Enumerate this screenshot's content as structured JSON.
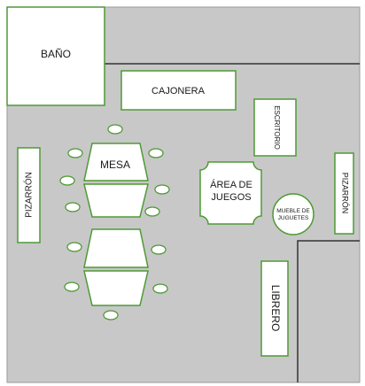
{
  "colors": {
    "floor": "#c8c8c8",
    "furniture_fill": "#ffffff",
    "furniture_stroke": "#4e9a34",
    "wall": "#333333"
  },
  "labels": {
    "bano": "BAÑO",
    "cajonera": "CAJONERA",
    "escritorio": "ESCRITORIO",
    "pizarron_left": "PIZARRÓN",
    "pizarron_right": "PIZARRÓN",
    "mesa": "MESA",
    "area_juegos_line1": "ÁREA DE",
    "area_juegos_line2": "JUEGOS",
    "mueble_line1": "MUEBLE DE",
    "mueble_line2": "JUGUETES",
    "librero": "LIBRERO"
  }
}
